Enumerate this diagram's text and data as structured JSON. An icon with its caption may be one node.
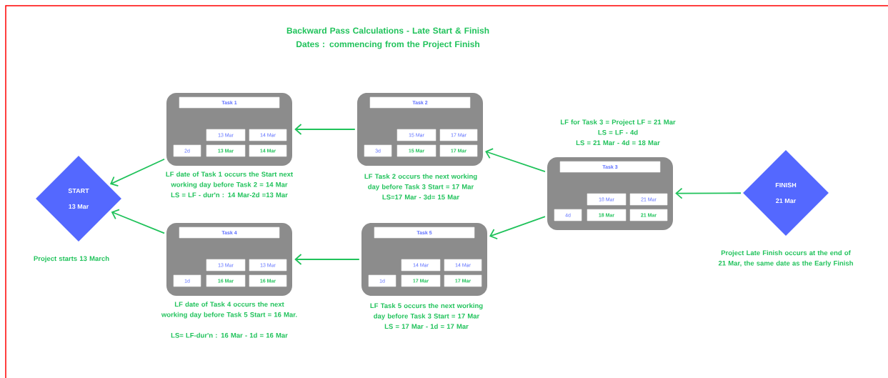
{
  "diagram": {
    "title": "Backward Pass Calculations - Late Start & Finish Dates : commencing from the Project Finish",
    "nodes": [
      {
        "text": [
          "START",
          "13 Mar"
        ],
        "beside": [
          "Project starts 13 March"
        ]
      },
      {
        "text": [],
        "shape": "box",
        "beside": [
          "LF date of Task 1 occurs the Start next working day before Task 2  = 14 Mar",
          "LS = LF - dur'n : 14 Mar-2d =13 Mar"
        ]
      },
      {
        "text": [
          "Task 1"
        ],
        "in": 1
      },
      {
        "text": [
          "13 Mar"
        ],
        "in": 1
      },
      {
        "text": [
          "14 Mar"
        ],
        "in": 1
      },
      {
        "text": [
          "2d"
        ],
        "in": 1
      },
      {
        "text": [
          "13 Mar"
        ],
        "in": 1
      },
      {
        "text": [
          "14 Mar"
        ],
        "in": 1
      },
      {
        "text": [],
        "shape": "box",
        "beside": [
          "LF Task 2 occurs the next working day before Task 3 Start = 17 Mar",
          "LS=17 Mar - 3d= 15 Mar"
        ]
      },
      {
        "text": [
          "Task 2"
        ],
        "in": 8
      },
      {
        "text": [
          "15 Mar"
        ],
        "in": 8
      },
      {
        "text": [
          "17 Mar"
        ],
        "in": 8
      },
      {
        "text": [
          "3d"
        ],
        "in": 8
      },
      {
        "text": [
          "15 Mar"
        ],
        "in": 8
      },
      {
        "text": [
          "17 Mar"
        ],
        "in": 8
      },
      {
        "text": [],
        "shape": "box",
        "beside": [
          "LF for Task 3 = Project LF = 21 Mar",
          "LS = LF - 4d",
          "LS = 21 Mar - 4d = 18 Mar"
        ]
      },
      {
        "text": [
          "Task 3"
        ],
        "in": 15
      },
      {
        "text": [
          "18 Mar"
        ],
        "in": 15
      },
      {
        "text": [
          "21 Mar"
        ],
        "in": 15
      },
      {
        "text": [
          "4d"
        ],
        "in": 15
      },
      {
        "text": [
          "18 Mar"
        ],
        "in": 15
      },
      {
        "text": [
          "21 Mar"
        ],
        "in": 15
      },
      {
        "text": [],
        "shape": "box",
        "beside": [
          "LF date of Task 4 occurs the next working day before Task 5 Start = 16 Mar.",
          "LS= LF-dur'n : 16 Mar - 1d = 16 Mar"
        ]
      },
      {
        "text": [
          "Task 4"
        ],
        "in": 22
      },
      {
        "text": [
          "13 Mar"
        ],
        "in": 22
      },
      {
        "text": [
          "13 Mar"
        ],
        "in": 22
      },
      {
        "text": [
          "1d"
        ],
        "in": 22
      },
      {
        "text": [
          "16 Mar"
        ],
        "in": 22
      },
      {
        "text": [
          "16 Mar"
        ],
        "in": 22
      },
      {
        "text": [],
        "shape": "box",
        "beside": [
          "LF Task 5 occurs the next working day before Task 3 Start = 17 Mar",
          "LS = 17 Mar - 1d = 17 Mar"
        ]
      },
      {
        "text": [
          "Task 5"
        ],
        "in": 29
      },
      {
        "text": [
          "14 Mar"
        ],
        "in": 29
      },
      {
        "text": [
          "14 Mar"
        ],
        "in": 29
      },
      {
        "text": [
          "1d"
        ],
        "in": 29
      },
      {
        "text": [
          "17 Mar"
        ],
        "in": 29
      },
      {
        "text": [
          "17 Mar"
        ],
        "in": 29
      },
      {
        "text": [
          "FINISH",
          "21 Mar"
        ],
        "beside": [
          "Project Late Finish occurs at the end of 21 Mar, the same date as the Early Finish"
        ]
      }
    ],
    "edges": [
      {
        "from": 36,
        "to": 15,
        "arrow": "to"
      },
      {
        "from": 15,
        "to": 8,
        "arrow": "to"
      },
      {
        "from": 15,
        "to": 29,
        "arrow": "to"
      },
      {
        "from": 8,
        "to": 1,
        "arrow": "to"
      },
      {
        "from": 29,
        "to": 22,
        "arrow": "to"
      },
      {
        "from": 1,
        "to": 0,
        "arrow": "to"
      },
      {
        "from": 22,
        "to": 0,
        "arrow": "to"
      }
    ]
  }
}
